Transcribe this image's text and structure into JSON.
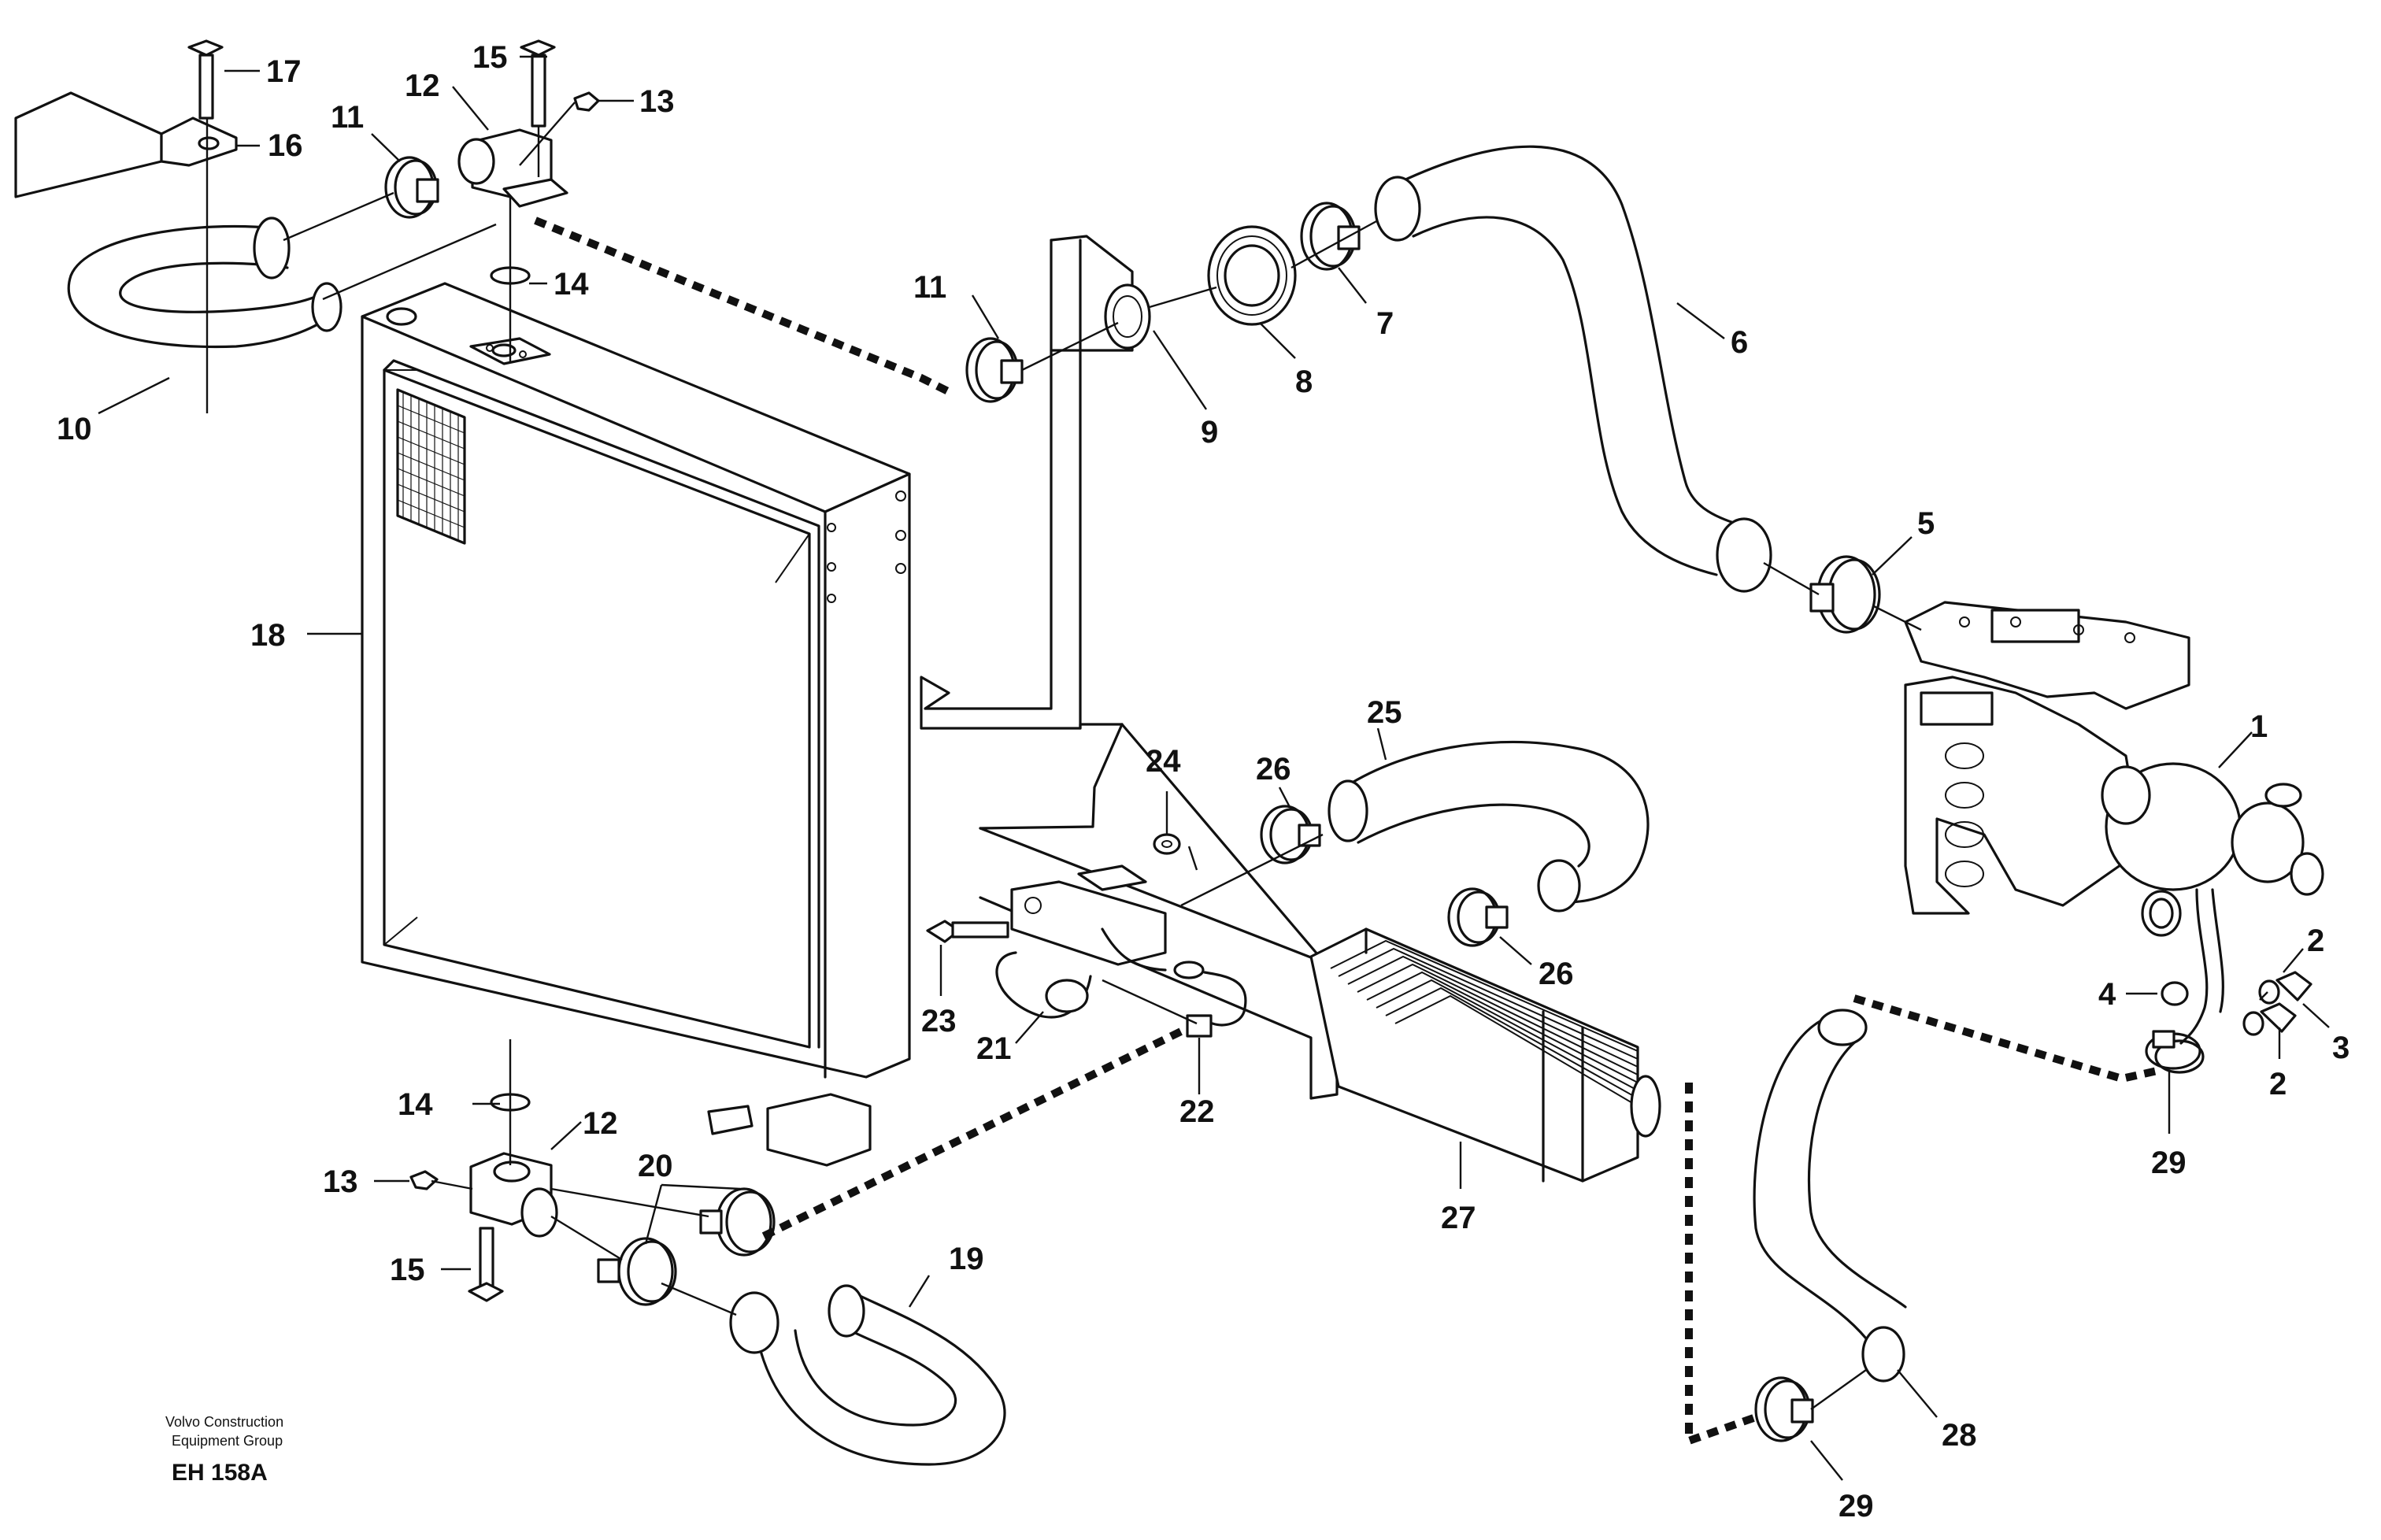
{
  "callouts": {
    "c1": "1",
    "c2a": "2",
    "c2b": "2",
    "c3": "3",
    "c4": "4",
    "c5": "5",
    "c6": "6",
    "c7": "7",
    "c8": "8",
    "c9": "9",
    "c10": "10",
    "c11a": "11",
    "c11b": "11",
    "c12a": "12",
    "c12b": "12",
    "c13a": "13",
    "c13b": "13",
    "c14a": "14",
    "c14b": "14",
    "c15a": "15",
    "c15b": "15",
    "c16": "16",
    "c17": "17",
    "c18": "18",
    "c19": "19",
    "c20": "20",
    "c21": "21",
    "c22": "22",
    "c23": "23",
    "c24": "24",
    "c25": "25",
    "c26a": "26",
    "c26b": "26",
    "c27": "27",
    "c28": "28",
    "c29a": "29",
    "c29b": "29"
  },
  "footer": {
    "line1": "Volvo Construction",
    "line2": "Equipment Group",
    "code": "EH 158A"
  }
}
